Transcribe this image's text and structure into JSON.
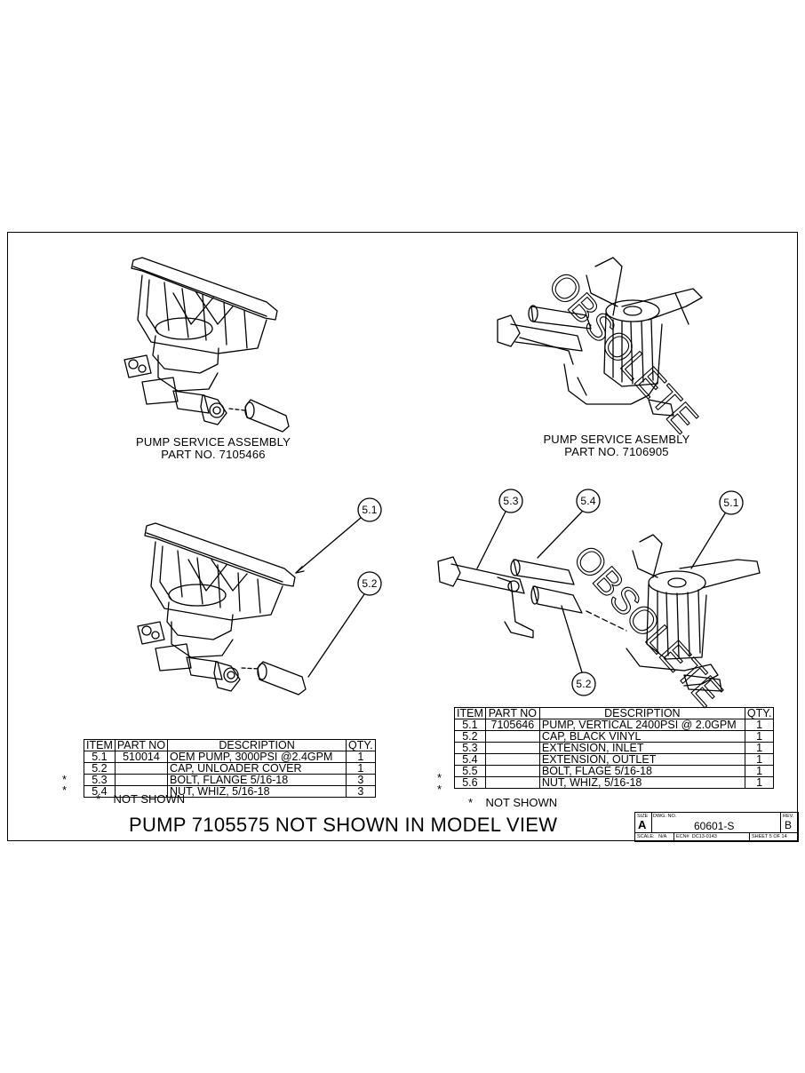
{
  "top_left": {
    "caption_line1": "PUMP SERVICE ASSEMBLY",
    "caption_line2": "PART NO. 7105466"
  },
  "top_right": {
    "caption_line1": "PUMP SERVICE ASEMBLY",
    "caption_line2": "PART NO. 7106905",
    "watermark": "OBSOLETE"
  },
  "bottom_right_watermark": "OBSOLETE",
  "balloons_left": [
    "5.1",
    "5.2"
  ],
  "balloons_right": [
    "5.3",
    "5.4",
    "5.1",
    "5.2"
  ],
  "bom_left": {
    "headers": [
      "ITEM",
      "PART NO",
      "DESCRIPTION",
      "QTY."
    ],
    "rows": [
      {
        "item": "5.1",
        "part": "510014",
        "desc": "OEM PUMP, 3000PSI @2.4GPM",
        "qty": "1",
        "star": ""
      },
      {
        "item": "5.2",
        "part": "",
        "desc": "CAP, UNLOADER COVER",
        "qty": "1",
        "star": ""
      },
      {
        "item": "5.3",
        "part": "",
        "desc": "BOLT, FLANGE 5/16-18",
        "qty": "3",
        "star": "*"
      },
      {
        "item": "5.4",
        "part": "",
        "desc": "NUT, WHIZ, 5/16-18",
        "qty": "3",
        "star": "*"
      }
    ],
    "note": "*    NOT SHOWN"
  },
  "bom_right": {
    "headers": [
      "ITEM",
      "PART NO",
      "DESCRIPTION",
      "QTY."
    ],
    "rows": [
      {
        "item": "5.1",
        "part": "7105646",
        "desc": "PUMP, VERTICAL 2400PSI @ 2.0GPM",
        "qty": "1",
        "star": ""
      },
      {
        "item": "5.2",
        "part": "",
        "desc": "CAP, BLACK VINYL",
        "qty": "1",
        "star": ""
      },
      {
        "item": "5.3",
        "part": "",
        "desc": "EXTENSION, INLET",
        "qty": "1",
        "star": ""
      },
      {
        "item": "5.4",
        "part": "",
        "desc": "EXTENSION, OUTLET",
        "qty": "1",
        "star": ""
      },
      {
        "item": "5.5",
        "part": "",
        "desc": "BOLT, FLAGE 5/16-18",
        "qty": "1",
        "star": "*"
      },
      {
        "item": "5.6",
        "part": "",
        "desc": "NUT, WHIZ, 5/16-18",
        "qty": "1",
        "star": "*"
      }
    ],
    "note": "*    NOT SHOWN"
  },
  "bottom_title": "PUMP 7105575 NOT SHOWN IN MODEL VIEW",
  "title_block": {
    "size_label": "SIZE",
    "size": "A",
    "dwg_label": "DWG. NO.",
    "dwg_no": "60601-S",
    "rev_label": "REV.",
    "rev": "B",
    "scale": "SCALE:   N/A",
    "ecn": "ECN#  DC13-0143",
    "sheet": "SHEET 5 OF 14"
  }
}
